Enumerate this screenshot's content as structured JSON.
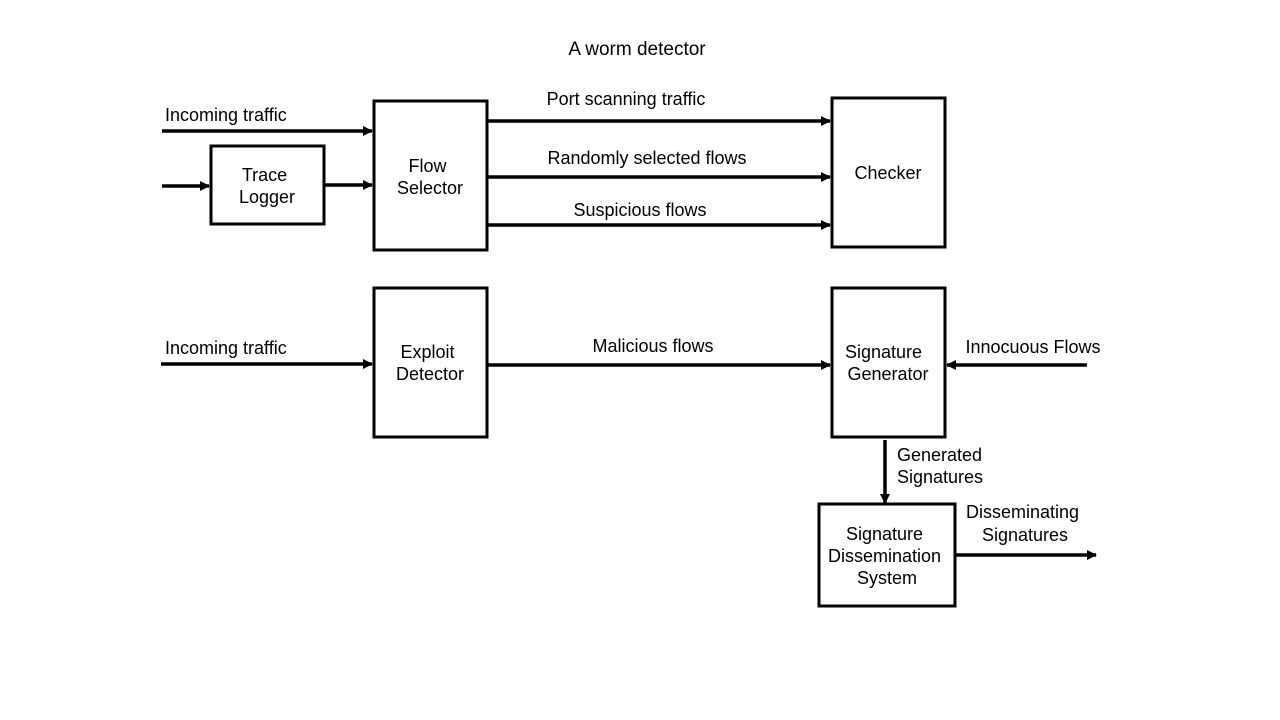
{
  "title": "A worm detector",
  "nodes": {
    "trace_logger": [
      "Trace",
      "Logger"
    ],
    "flow_selector": [
      "Flow",
      "Selector"
    ],
    "checker": [
      "Checker"
    ],
    "exploit_detector": [
      "Exploit",
      "Detector"
    ],
    "signature_generator": [
      "Signature",
      "Generator"
    ],
    "signature_dissemination": [
      "Signature",
      "Dissemination",
      "System"
    ]
  },
  "edges": {
    "incoming_traffic_top": "Incoming traffic",
    "port_scanning": "Port scanning traffic",
    "randomly_selected": "Randomly selected flows",
    "suspicious": "Suspicious flows",
    "incoming_traffic_bottom": "Incoming traffic",
    "malicious": "Malicious flows",
    "innocuous": "Innocuous Flows",
    "generated_signatures": [
      "Generated",
      "Signatures"
    ],
    "disseminating_signatures": [
      "Disseminating",
      "Signatures"
    ]
  },
  "colors": {
    "stroke": "#000000",
    "background": "#ffffff"
  }
}
